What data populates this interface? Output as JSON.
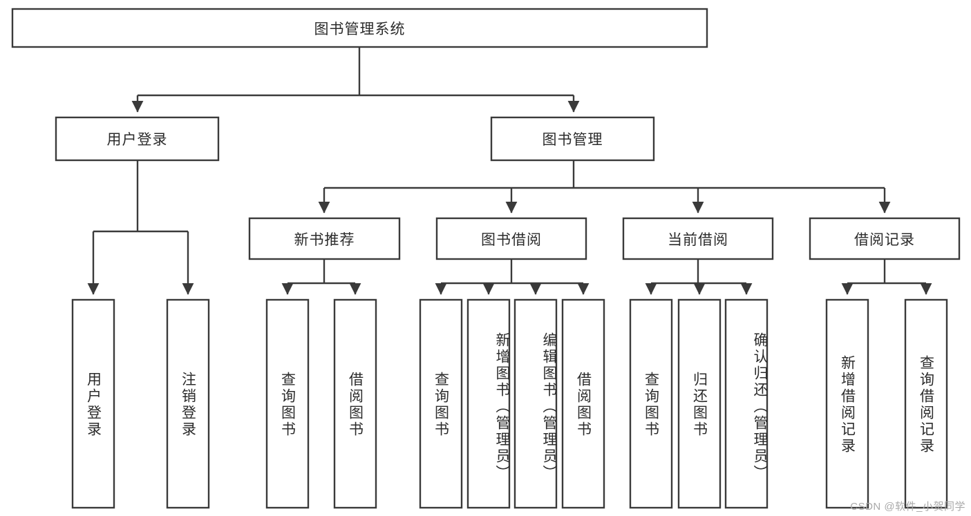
{
  "diagram": {
    "title": "图书管理系统",
    "type": "hierarchy-tree",
    "watermark": "CSDN @软件_小贺同学",
    "colors": {
      "stroke": "#3a3a3a",
      "box_fill": "#ffffff",
      "text": "#2b2b2b",
      "background": "#ffffff",
      "watermark": "#a9a9a9"
    },
    "root": {
      "label": "图书管理系统"
    },
    "level2": [
      {
        "label": "用户登录"
      },
      {
        "label": "图书管理"
      }
    ],
    "level3": [
      {
        "label": "新书推荐"
      },
      {
        "label": "图书借阅"
      },
      {
        "label": "当前借阅"
      },
      {
        "label": "借阅记录"
      }
    ],
    "leaves": {
      "user_login": [
        {
          "label": "用户登录"
        },
        {
          "label": "注销登录"
        }
      ],
      "new_book_recommend": [
        {
          "label": "查询图书"
        },
        {
          "label": "借阅图书"
        }
      ],
      "book_borrow": [
        {
          "label": "查询图书"
        },
        {
          "label": "新增图书（管理员）"
        },
        {
          "label": "编辑图书（管理员）"
        },
        {
          "label": "借阅图书"
        }
      ],
      "current_borrow": [
        {
          "label": "查询图书"
        },
        {
          "label": "归还图书"
        },
        {
          "label": "确认归还（管理员）"
        }
      ],
      "borrow_record": [
        {
          "label": "新增借阅记录"
        },
        {
          "label": "查询借阅记录"
        }
      ]
    }
  }
}
